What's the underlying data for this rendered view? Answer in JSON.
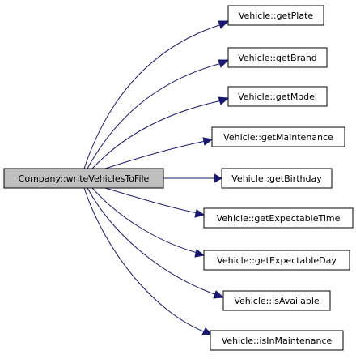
{
  "graph": {
    "colors": {
      "root_fill": "#bfbfbf",
      "node_fill": "#ffffff",
      "border": "#000000",
      "edge": "#191970"
    },
    "root": {
      "label": "Company::writeVehiclesToFile"
    },
    "nodes": [
      {
        "label": "Vehicle::getPlate"
      },
      {
        "label": "Vehicle::getBrand"
      },
      {
        "label": "Vehicle::getModel"
      },
      {
        "label": "Vehicle::getMaintenance"
      },
      {
        "label": "Vehicle::getBirthday"
      },
      {
        "label": "Vehicle::getExpectableTime"
      },
      {
        "label": "Vehicle::getExpectableDay"
      },
      {
        "label": "Vehicle::isAvailable"
      },
      {
        "label": "Vehicle::isInMaintenance"
      }
    ]
  }
}
